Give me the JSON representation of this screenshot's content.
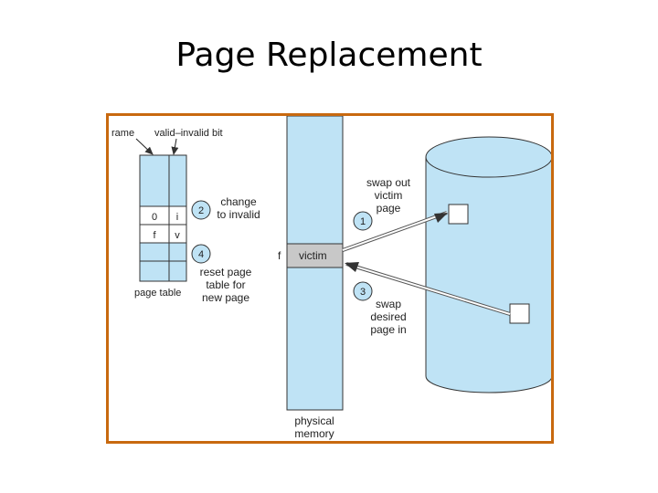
{
  "slide": {
    "title": "Page Replacement"
  },
  "diagram": {
    "labels": {
      "frame": "rame",
      "valid_invalid_bit": "valid–invalid bit",
      "page_table": "page table",
      "physical_memory_line1": "physical",
      "physical_memory_line2": "memory",
      "f_marker": "f",
      "victim": "victim"
    },
    "page_table_rows": [
      {
        "frame": "",
        "bit": ""
      },
      {
        "frame": "",
        "bit": ""
      },
      {
        "frame": "0",
        "bit": "i"
      },
      {
        "frame": "f",
        "bit": "v"
      },
      {
        "frame": "",
        "bit": ""
      },
      {
        "frame": "",
        "bit": ""
      }
    ],
    "steps": [
      {
        "number": "1",
        "line1": "swap out",
        "line2": "victim",
        "line3": "page"
      },
      {
        "number": "2",
        "line1": "change",
        "line2": "to invalid"
      },
      {
        "number": "3",
        "line1": "swap",
        "line2": "desired",
        "line3": "page in"
      },
      {
        "number": "4",
        "line1": "reset page",
        "line2": "table for",
        "line3": "new page"
      }
    ],
    "colors": {
      "frame_border": "#c8690f",
      "memory_fill": "#bfe3f5",
      "disk_fill": "#bfe3f5",
      "victim_fill": "#c8c8c8"
    }
  }
}
